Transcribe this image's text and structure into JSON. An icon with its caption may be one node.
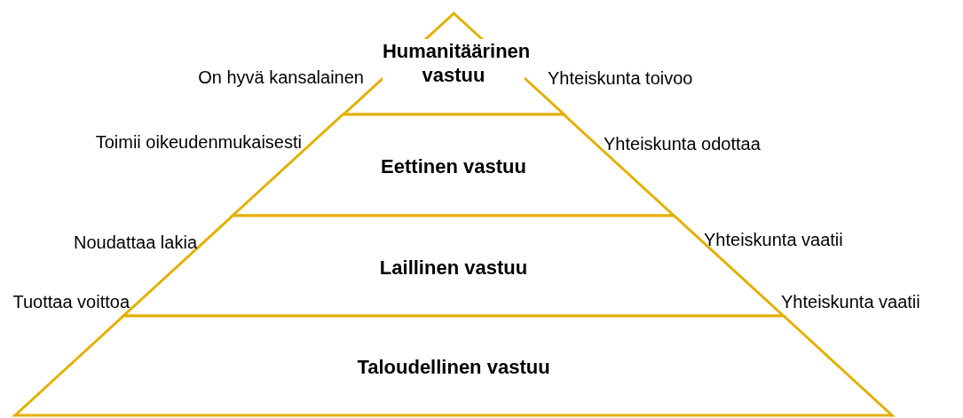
{
  "diagram": {
    "nodes": [
      {
        "text": [
          "Humanitäärinen vastuu"
        ],
        "beside": [
          "On hyvä kansalainen",
          "Yhteiskunta toivoo"
        ]
      },
      {
        "text": [
          "Eettinen vastuu"
        ],
        "beside": [
          "Toimii oikeudenmukaisesti",
          "Yhteiskunta odottaa"
        ]
      },
      {
        "text": [
          "Laillinen vastuu"
        ],
        "beside": [
          "Noudattaa lakia",
          "Yhteiskunta vaatii"
        ]
      },
      {
        "text": [
          "Taloudellinen vastuu"
        ],
        "beside": [
          "Tuottaa voittoa",
          "Yhteiskunta vaatii"
        ]
      }
    ]
  }
}
